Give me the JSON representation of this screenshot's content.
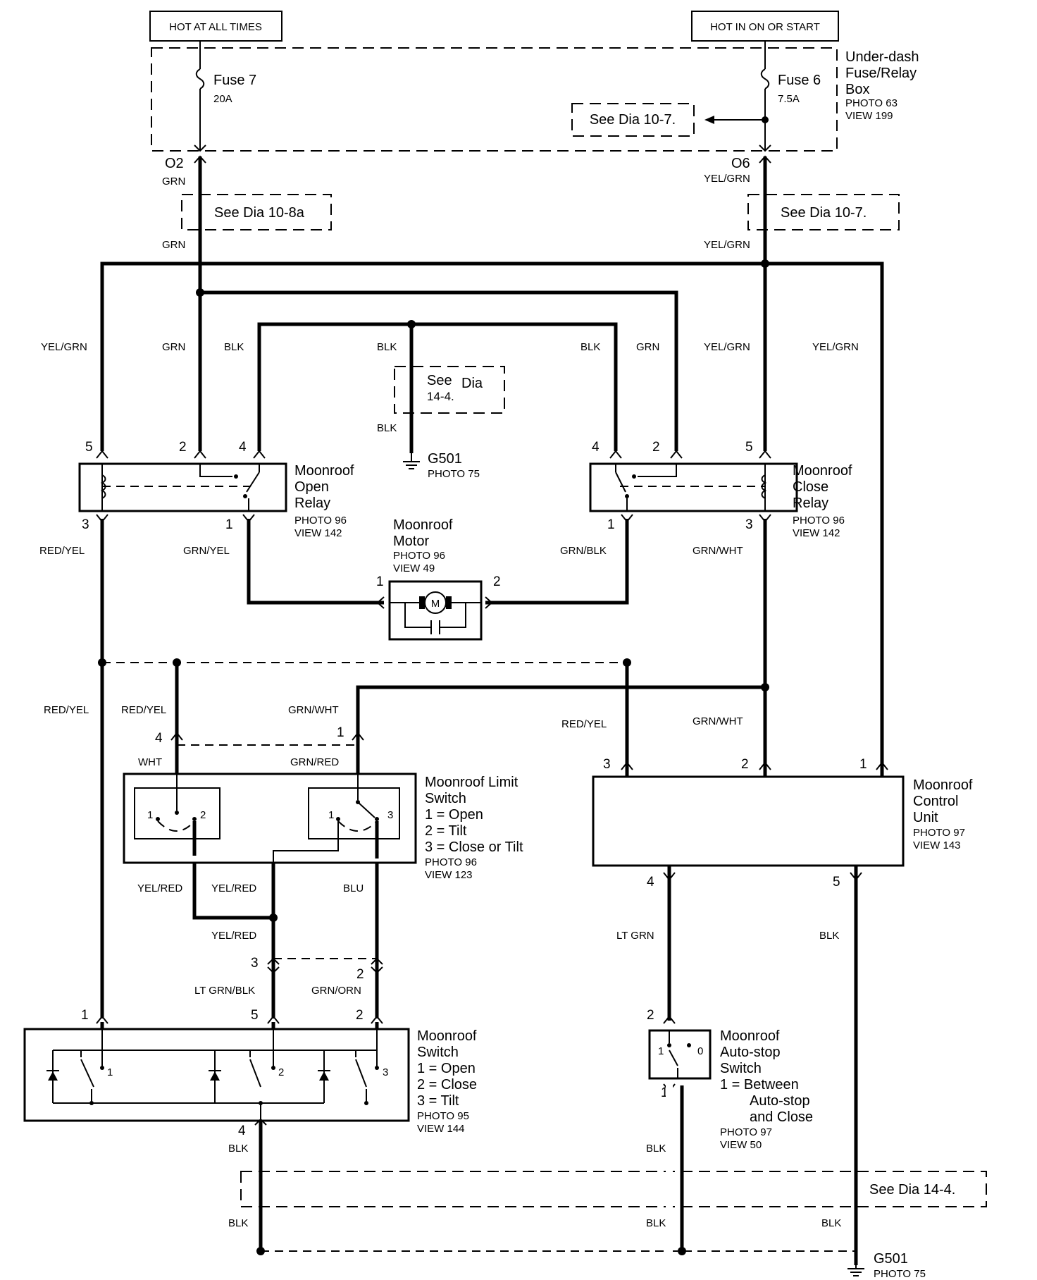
{
  "sources": {
    "hot_always": "HOT AT ALL TIMES",
    "hot_on_start": "HOT IN ON OR START"
  },
  "fusebox": {
    "name": [
      "Under-dash",
      "Fuse/Relay",
      "Box"
    ],
    "photo": "PHOTO 63",
    "view": "VIEW 199",
    "fuse7": {
      "name": "Fuse 7",
      "rating": "20A"
    },
    "fuse6": {
      "name": "Fuse 6",
      "rating": "7.5A"
    },
    "see_ref": "See Dia 10-7."
  },
  "terminals": {
    "o2": "O2",
    "o6": "O6"
  },
  "refs": {
    "dia_10_8a": "See Dia 10-8a",
    "dia_10_7": "See Dia 10-7.",
    "dia_14_4_see": "See",
    "dia_14_4_dia": "Dia",
    "dia_14_4_num": "14-4.",
    "dia_14_4_bottom": "See Dia 14-4."
  },
  "wires": {
    "grn": "GRN",
    "yel_grn": "YEL/GRN",
    "blk": "BLK",
    "red_yel": "RED/YEL",
    "grn_yel": "GRN/YEL",
    "grn_blk": "GRN/BLK",
    "grn_wht": "GRN/WHT",
    "wht": "WHT",
    "grn_red": "GRN/RED",
    "yel_red": "YEL/RED",
    "blu": "BLU",
    "lt_grn_blk": "LT GRN/BLK",
    "grn_orn": "GRN/ORN",
    "lt_grn": "LT GRN"
  },
  "ground": {
    "name": "G501",
    "photo": "PHOTO 75"
  },
  "open_relay": {
    "name": [
      "Moonroof",
      "Open",
      "Relay"
    ],
    "photo": "PHOTO 96",
    "view": "VIEW 142"
  },
  "close_relay": {
    "name": [
      "Moonroof",
      "Close",
      "Relay"
    ],
    "photo": "PHOTO 96",
    "view": "VIEW 142"
  },
  "motor": {
    "name": [
      "Moonroof",
      "Motor"
    ],
    "photo": "PHOTO 96",
    "view": "VIEW 49",
    "symbol": "M"
  },
  "limit_switch": {
    "name": [
      "Moonroof Limit",
      "Switch"
    ],
    "legend": [
      "1 =  Open",
      "2 =  Tilt",
      "3 =  Close or Tilt"
    ],
    "photo": "PHOTO 96",
    "view": "VIEW 123"
  },
  "control_unit": {
    "name": [
      "Moonroof",
      "Control",
      "Unit"
    ],
    "photo": "PHOTO 97",
    "view": "VIEW 143"
  },
  "moonroof_switch": {
    "name": [
      "Moonroof",
      "Switch"
    ],
    "legend": [
      "1 =  Open",
      "2 =  Close",
      "3 =  Tilt"
    ],
    "photo": "PHOTO 95",
    "view": "VIEW 144"
  },
  "autostop_switch": {
    "name": [
      "Moonroof",
      "Auto-stop",
      "Switch"
    ],
    "legend": [
      "1 =  Between",
      "Auto-stop",
      "and Close"
    ],
    "photo": "PHOTO 97",
    "view": "VIEW 50"
  },
  "pins": {
    "p1": "1",
    "p2": "2",
    "p3": "3",
    "p4": "4",
    "p5": "5",
    "p0": "0"
  }
}
